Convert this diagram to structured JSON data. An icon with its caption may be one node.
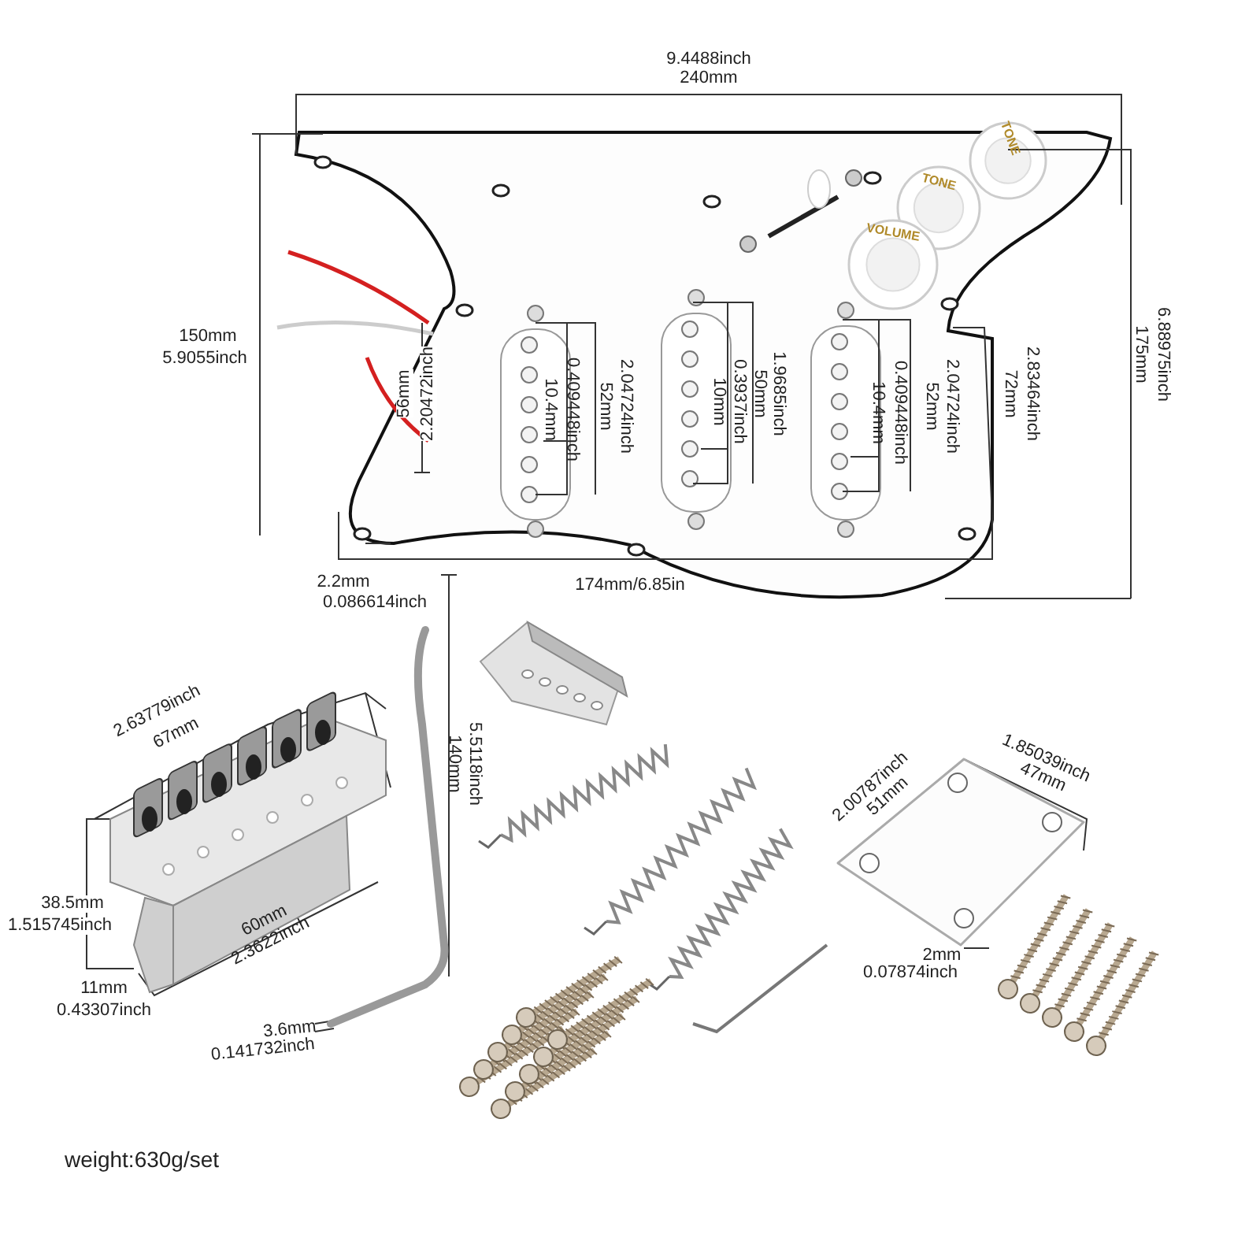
{
  "diagram": {
    "labels": [
      "9.4488inch",
      "240mm",
      "TONE",
      "TONE",
      "VOLUME",
      "150mm",
      "5.9055inch",
      "56mm",
      "2.20472inch",
      "0.409448inch",
      "10.4mm",
      "2.04724inch",
      "52mm",
      "1.9685inch",
      "50mm",
      "0.3937inch",
      "10mm",
      "0.409448inch",
      "10.4mm",
      "2.04724inch",
      "52mm",
      "2.83464inch",
      "72mm",
      "6.88975inch",
      "175mm",
      "2.2mm",
      "0.086614inch",
      "174mm/6.85in",
      "5.5118inch",
      "140mm",
      "2.63779inch",
      "67mm",
      "1.85039inch",
      "47mm",
      "2.00787inch",
      "51mm",
      "38.5mm",
      "1.515745inch",
      "60mm",
      "2.3622inch",
      "11mm",
      "0.43307inch",
      "2mm",
      "0.07874inch",
      "3.6mm",
      "0.141732inch",
      "weight:630g/set"
    ]
  }
}
